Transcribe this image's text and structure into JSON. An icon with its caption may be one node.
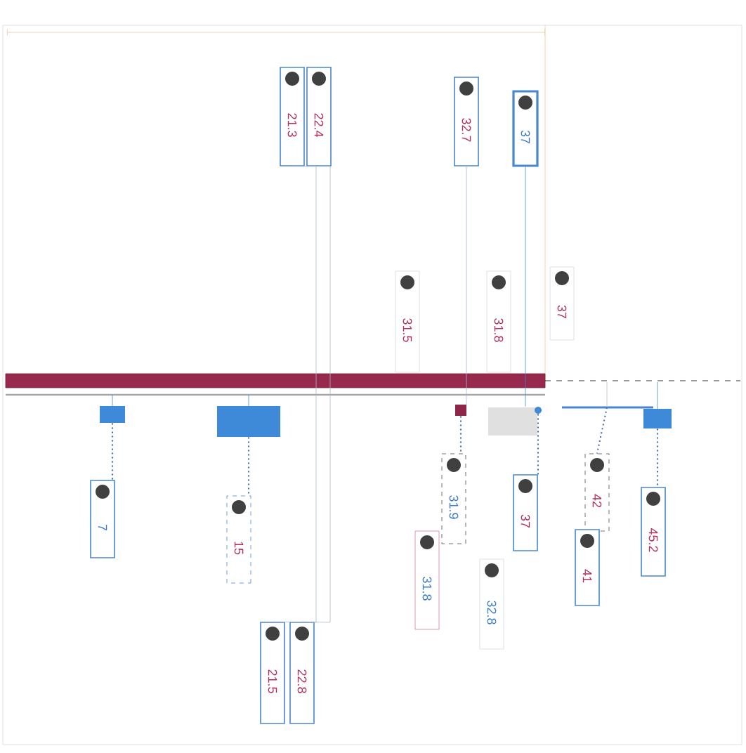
{
  "diagram": {
    "nodes": [
      {
        "text": [
          "21.3"
        ]
      },
      {
        "text": [
          "22.4"
        ]
      },
      {
        "text": [
          "32.7"
        ]
      },
      {
        "text": [
          "37"
        ]
      },
      {
        "text": [
          "31.5"
        ]
      },
      {
        "text": [
          "31.8"
        ]
      },
      {
        "text": [
          "37"
        ]
      },
      {
        "text": [
          "7"
        ]
      },
      {
        "text": [
          "15"
        ]
      },
      {
        "text": [
          "31.9"
        ]
      },
      {
        "text": [
          "31.8"
        ]
      },
      {
        "text": [
          "32.8"
        ]
      },
      {
        "text": [
          "37"
        ]
      },
      {
        "text": [
          "42"
        ]
      },
      {
        "text": [
          "41"
        ]
      },
      {
        "text": [
          "45.2"
        ]
      },
      {
        "text": [
          "21.5"
        ]
      },
      {
        "text": [
          "22.8"
        ]
      },
      {
        "text": [],
        "shape": "box"
      },
      {
        "text": [],
        "shape": "box"
      },
      {
        "text": [],
        "shape": "box"
      },
      {
        "text": [],
        "shape": "box"
      },
      {
        "text": [],
        "shape": "circle"
      },
      {
        "text": [],
        "shape": "box"
      }
    ],
    "edges": [
      {
        "from": 0,
        "to": 16,
        "arrow": "none",
        "color": "#a9b8cc"
      },
      {
        "from": 1,
        "to": 17,
        "arrow": "none",
        "color": "#a9b8cc"
      },
      {
        "from": 2,
        "to": 20,
        "arrow": "none",
        "color": "#a9b8cc"
      },
      {
        "from": 3,
        "to": 22,
        "arrow": "none",
        "color": "#4a86d0"
      },
      {
        "from": 18,
        "to": 7,
        "arrow": "none",
        "style": "dashed"
      },
      {
        "from": 19,
        "to": 8,
        "arrow": "none",
        "style": "dashed"
      },
      {
        "from": 20,
        "to": 9,
        "arrow": "none",
        "style": "dashed"
      },
      {
        "from": 22,
        "to": 12,
        "arrow": "none",
        "style": "dashed"
      },
      {
        "from": 23,
        "to": 15,
        "arrow": "none",
        "style": "dashed"
      },
      {
        "from": null,
        "to": 13,
        "arrow": "none",
        "style": "dashed"
      }
    ]
  }
}
